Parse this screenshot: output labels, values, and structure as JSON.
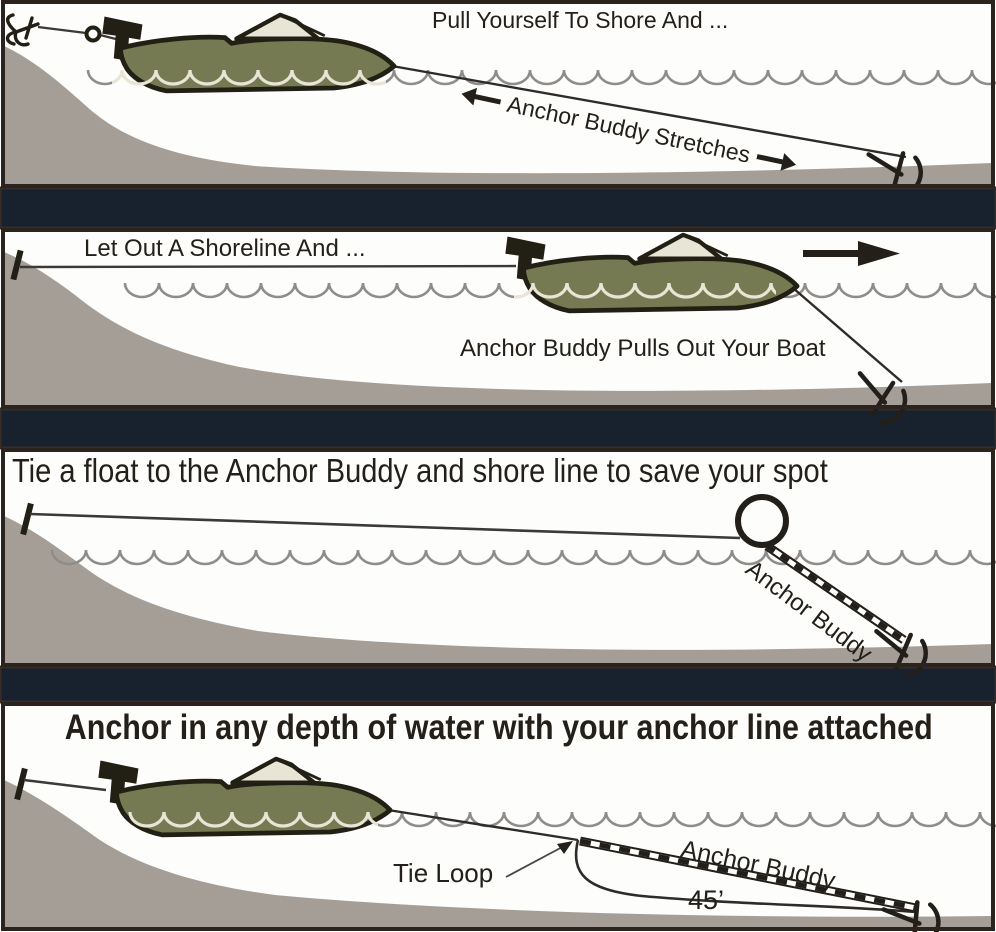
{
  "figure": {
    "description": "Anchor Buddy four-panel instructional diagram"
  },
  "panels": [
    {
      "title": "Pull Yourself To Shore And ...",
      "line_label": "Anchor Buddy Stretches",
      "icons": [
        "grapnel-anchor",
        "rope-ring",
        "boat",
        "anchor",
        "left-arrow",
        "right-arrow"
      ]
    },
    {
      "title": "Let Out A Shoreline And ...",
      "caption": "Anchor Buddy Pulls Out Your Boat",
      "icons": [
        "shore-stake",
        "boat",
        "direction-arrow",
        "anchor"
      ]
    },
    {
      "title": "Tie a float to the Anchor Buddy and shore line to save your spot",
      "line_label": "Anchor Buddy",
      "icons": [
        "shore-stake",
        "float",
        "anchor"
      ]
    },
    {
      "title": "Anchor in any depth of water with your anchor line attached",
      "line_label": "Anchor Buddy",
      "tie_loop_label": "Tie Loop",
      "length_label": "45’",
      "icons": [
        "shore-stake",
        "boat",
        "tie-loop-arrow",
        "anchor"
      ]
    }
  ],
  "colors": {
    "separator_navy": "#18222e",
    "separator_edge": "#372c26",
    "panel_background": "#fdfdfc",
    "panel_border": "#2b241e",
    "boat_hull_olive": "#757a52",
    "boat_outline": "#221f14",
    "windshield_cream": "#e9e5d6",
    "shore_gray": "#a49e97",
    "wave_gray": "#8e8d89",
    "ink": "#242019"
  }
}
